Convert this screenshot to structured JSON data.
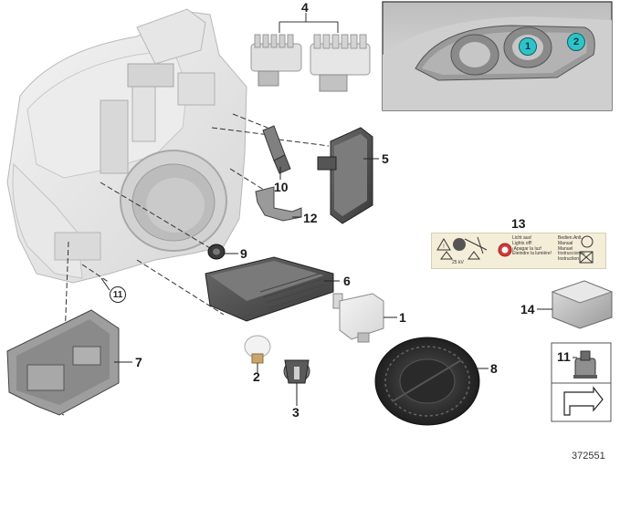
{
  "diagram": {
    "callouts": [
      "1",
      "2",
      "3",
      "4",
      "5",
      "6",
      "7",
      "8",
      "9",
      "10",
      "11",
      "12",
      "13",
      "14"
    ],
    "circled_refs": [
      "11"
    ],
    "inset_badges": [
      "1",
      "2"
    ],
    "legend_box_number": "11",
    "reference_number": "372551",
    "sticker": {
      "left_lines": [
        "Licht aus!",
        "Lights off!",
        "¡Apagar la luz!",
        "Éteindre la lumière!"
      ],
      "right_lines": [
        "Bedien.Anlt.",
        "Manual",
        "Manuel",
        "Instrucciones",
        "Instruction"
      ],
      "voltage": "25 kV"
    }
  }
}
